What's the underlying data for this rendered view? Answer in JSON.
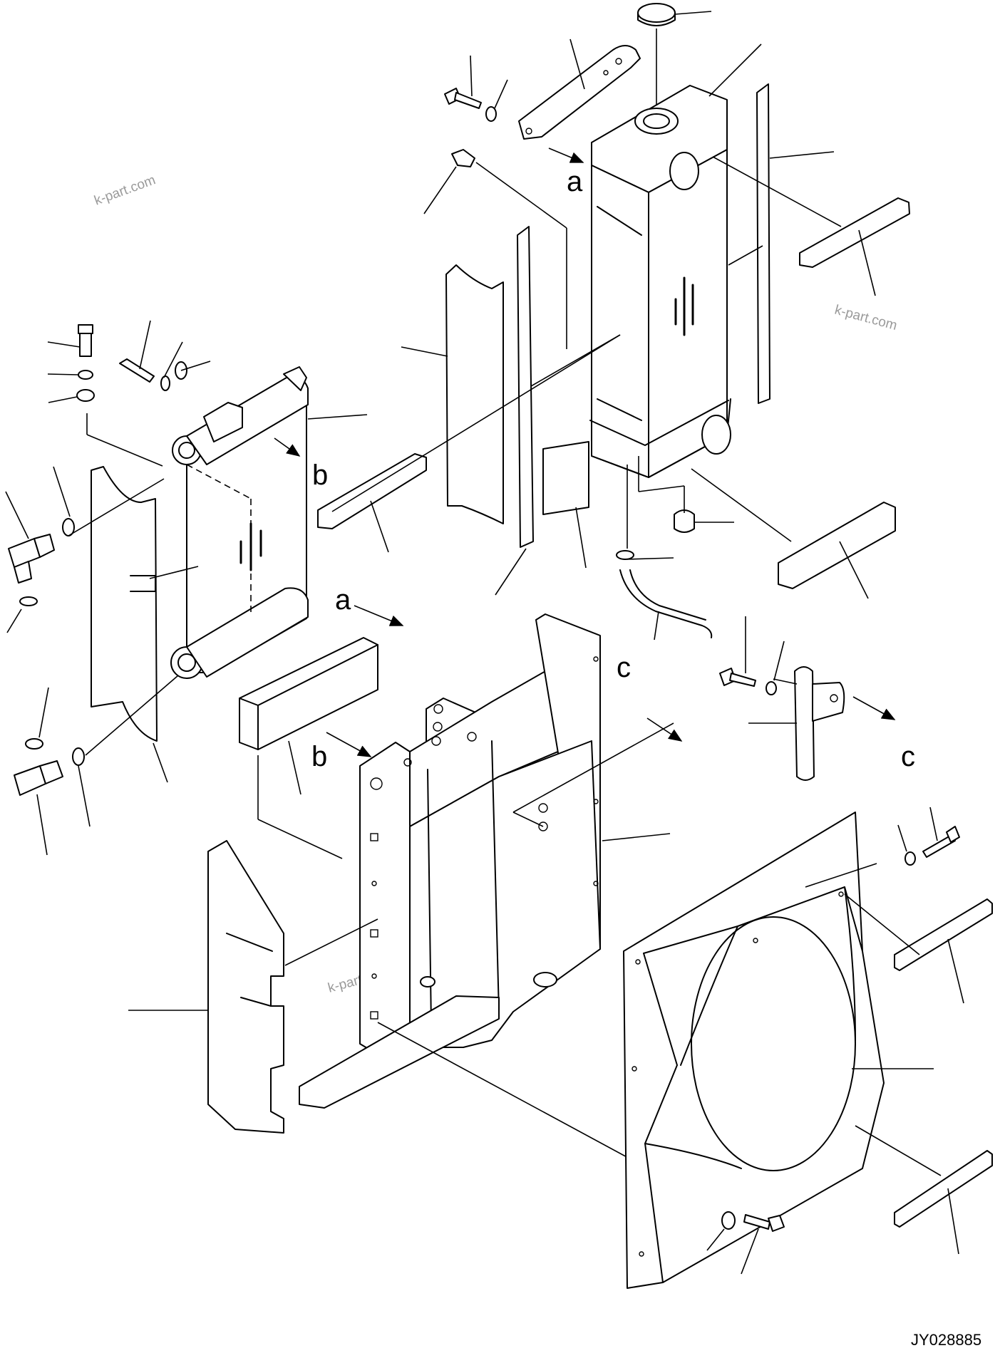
{
  "diagram": {
    "drawing_code": "JY028885",
    "watermark": "k-part.com",
    "reference_letters": {
      "a": "a",
      "b": "b",
      "c": "c"
    }
  }
}
